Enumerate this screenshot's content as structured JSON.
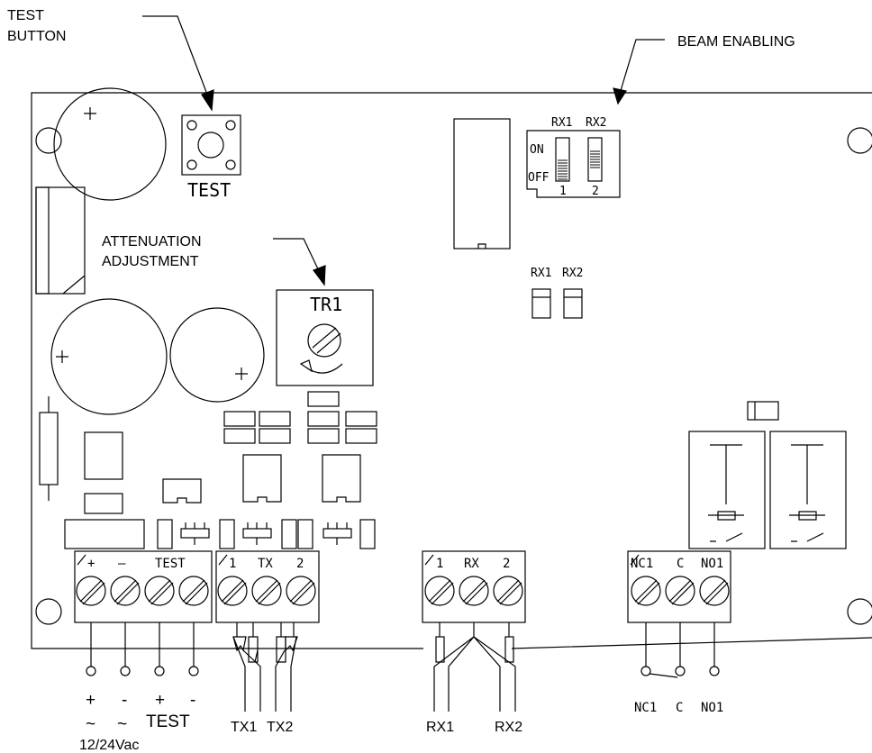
{
  "callouts": {
    "test_button": [
      "TEST",
      "BUTTON"
    ],
    "beam_enabling": "BEAM ENABLING",
    "attenuation": [
      "ATTENUATION",
      "ADJUSTMENT"
    ]
  },
  "board": {
    "test_label": "TEST",
    "trimmer_label": "TR1",
    "dip": {
      "col1": "RX1",
      "col2": "RX2",
      "on": "ON",
      "off": "OFF",
      "num1": "1",
      "num2": "2"
    },
    "leds": {
      "led1": "RX1",
      "led2": "RX2"
    }
  },
  "terminals": {
    "power": [
      "+",
      "–",
      "TEST"
    ],
    "tx": [
      "1",
      "TX",
      "2"
    ],
    "rx": [
      "1",
      "RX",
      "2"
    ],
    "relay": [
      "NC1",
      "C",
      "NO1"
    ]
  },
  "wiring": {
    "power_symbols_row1": [
      "+",
      "-",
      "+",
      "-"
    ],
    "power_symbols_row2": [
      "~",
      "~"
    ],
    "test_label": "TEST",
    "voltage": "12/24Vac",
    "tx": [
      "TX1",
      "TX2"
    ],
    "rx": [
      "RX1",
      "RX2"
    ],
    "relay": [
      "NC1",
      "C",
      "NO1"
    ]
  }
}
